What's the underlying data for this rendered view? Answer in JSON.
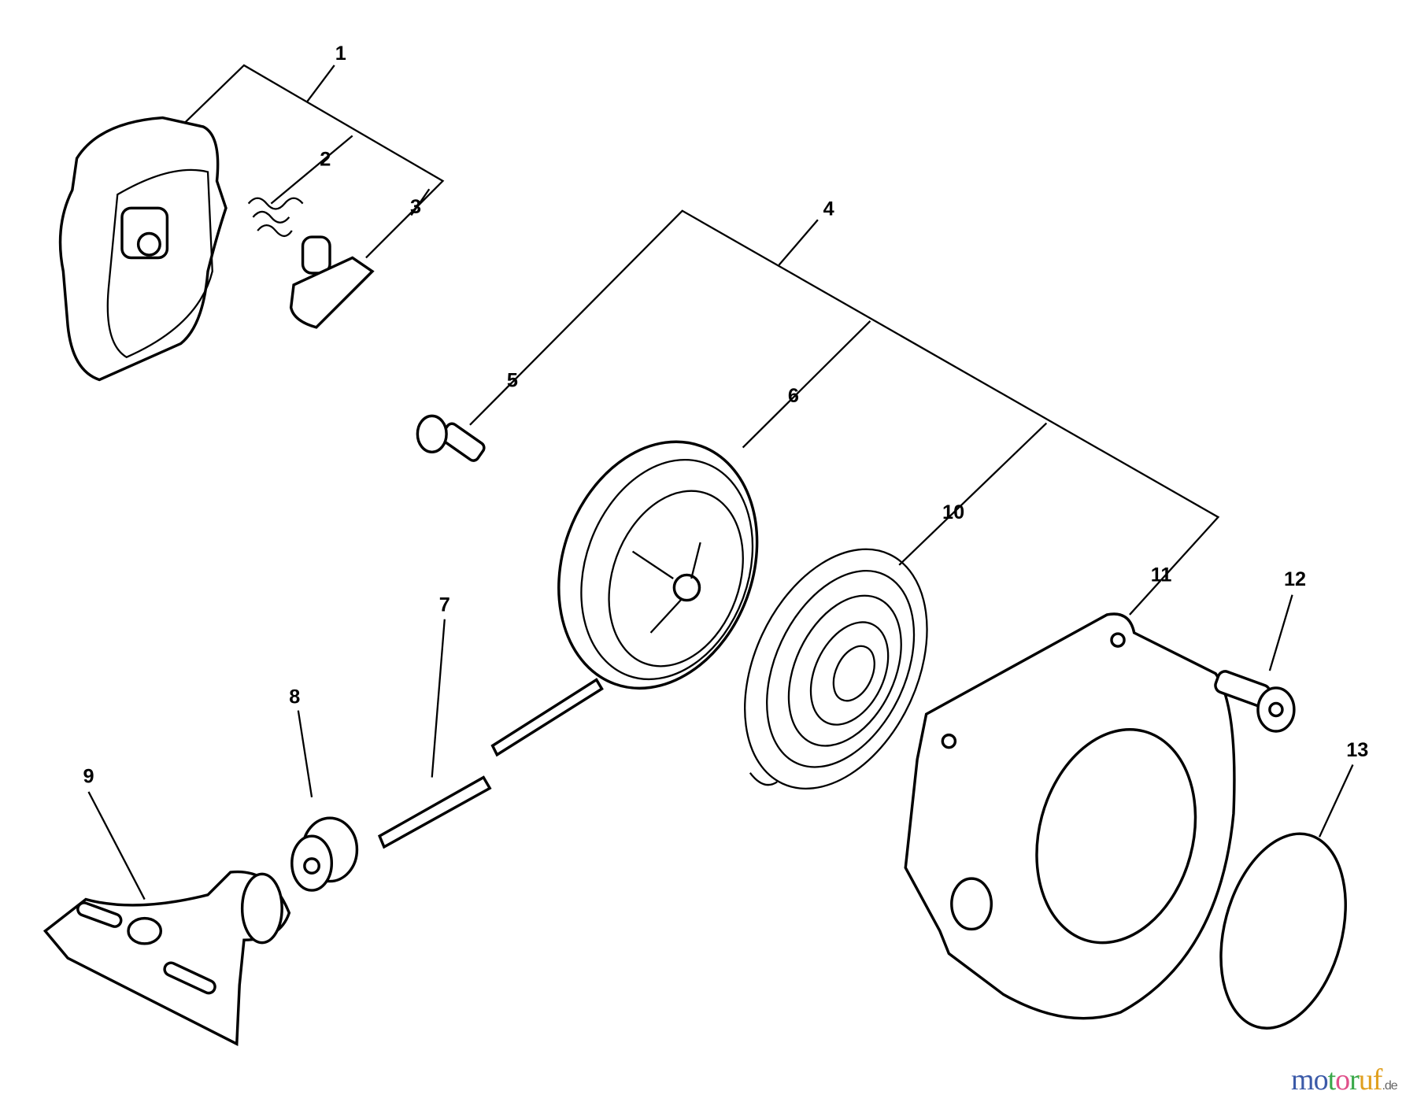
{
  "diagram": {
    "callouts": [
      "1",
      "2",
      "3",
      "4",
      "5",
      "6",
      "7",
      "8",
      "9",
      "10",
      "11",
      "12",
      "13"
    ]
  },
  "logo": {
    "text": "motoruf",
    "suffix": ".de",
    "colors": [
      "#3b5aa8",
      "#3b5aa8",
      "#3aa84a",
      "#e0508a",
      "#3aa84a",
      "#e0a020",
      "#e0a020"
    ]
  }
}
